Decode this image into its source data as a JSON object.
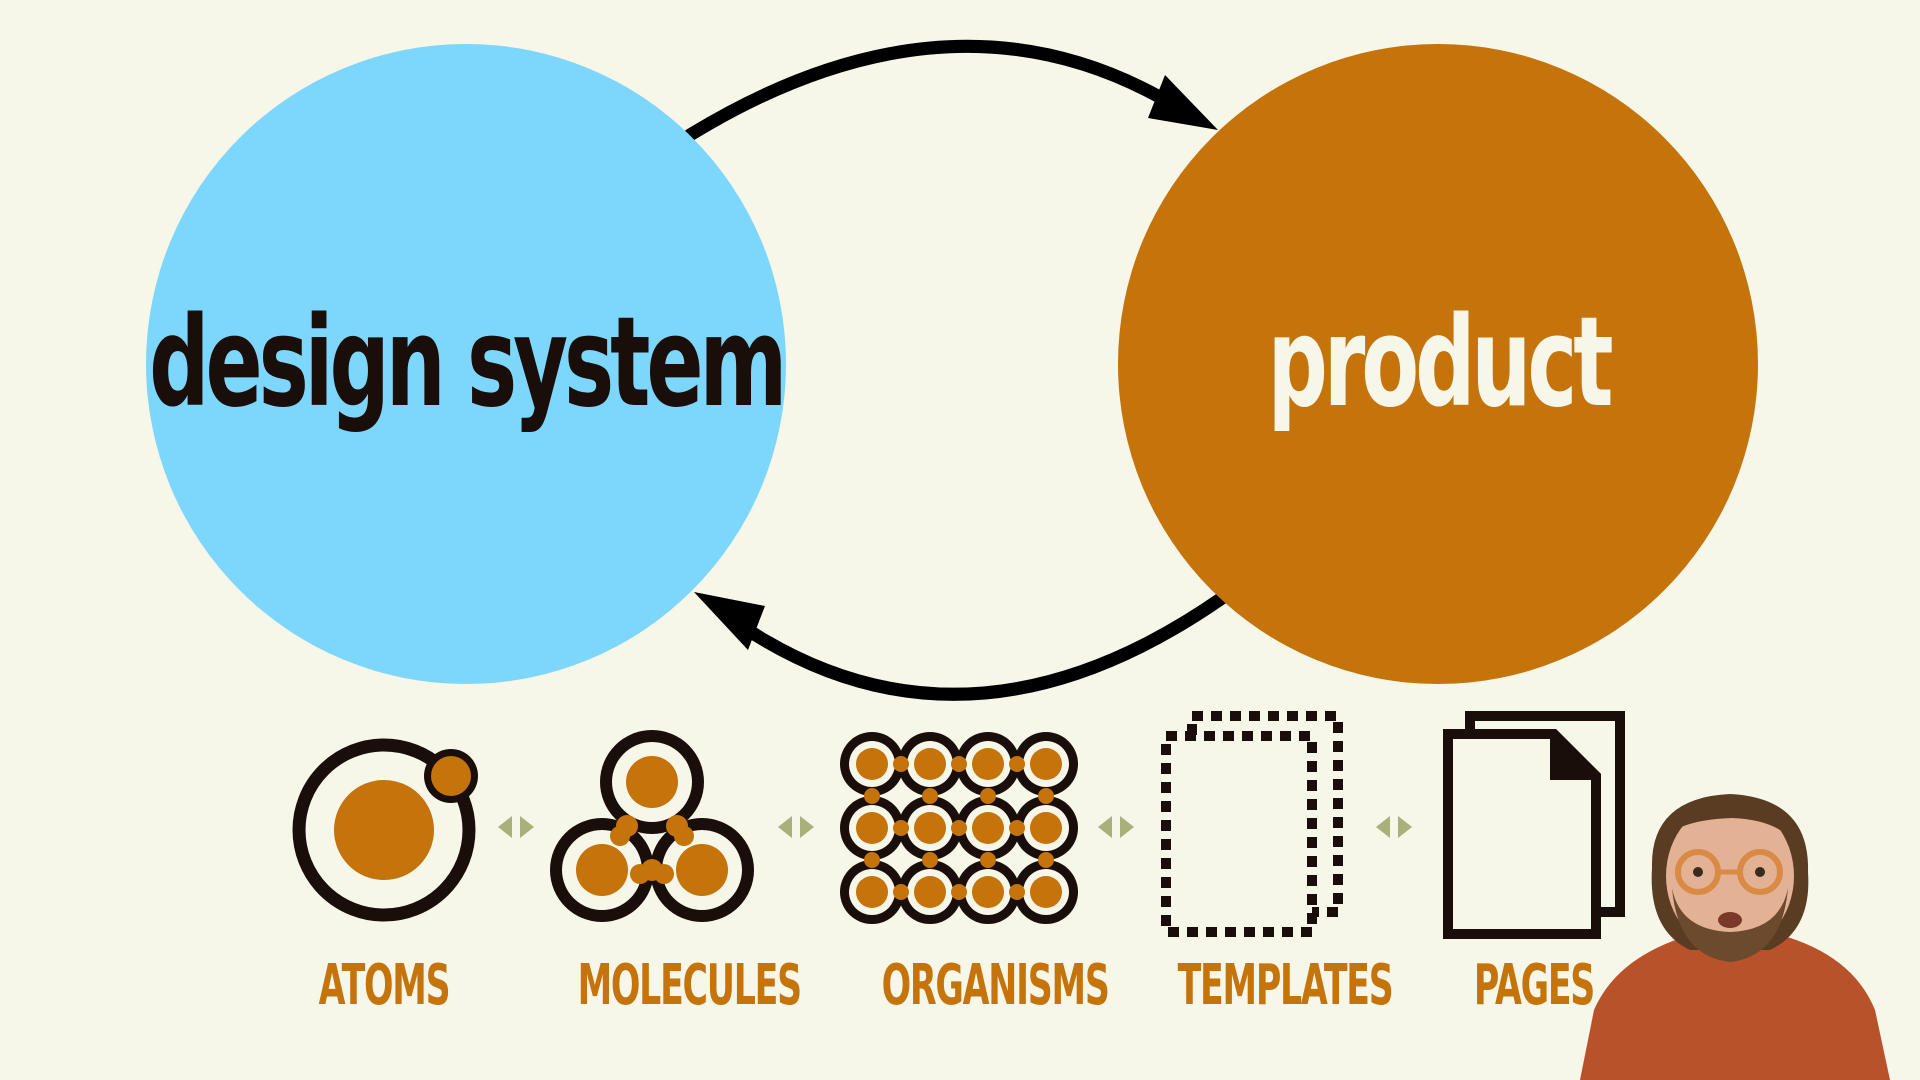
{
  "colors": {
    "background": "#f6f6e9",
    "design_system_circle": "#7dd6fb",
    "product_circle": "#c5730b",
    "design_system_text": "#1a0e0a",
    "product_text": "#f6f6e9",
    "stage_label": "#c5730b",
    "icon_dark": "#1a0e0a",
    "connector": "#a9b07a",
    "arrow": "#000000"
  },
  "cycle": {
    "design_system_label": "design system",
    "product_label": "product"
  },
  "stages": [
    {
      "label": "ATOMS",
      "icon": "atom-icon"
    },
    {
      "label": "MOLECULES",
      "icon": "molecule-icon"
    },
    {
      "label": "ORGANISMS",
      "icon": "organism-icon"
    },
    {
      "label": "TEMPLATES",
      "icon": "template-icon"
    },
    {
      "label": "PAGES",
      "icon": "pages-icon"
    }
  ],
  "connectors": [
    "double-arrow-icon",
    "double-arrow-icon",
    "double-arrow-icon",
    "double-arrow-icon"
  ],
  "presenter": {
    "icon": "presenter-webcam-overlay"
  }
}
